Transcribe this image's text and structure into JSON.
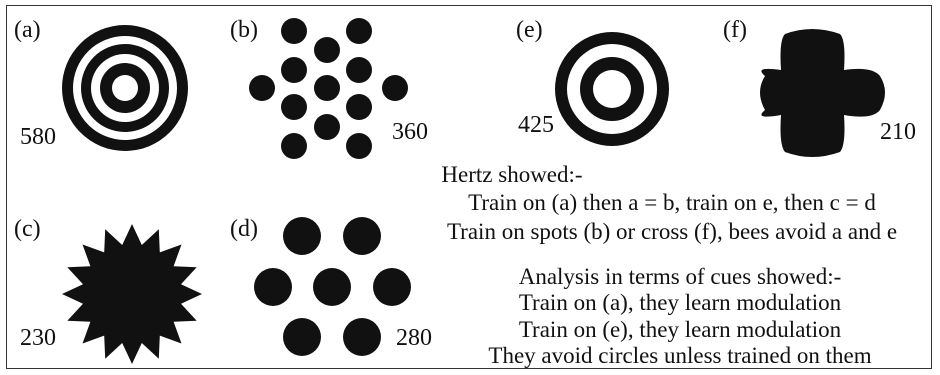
{
  "colors": {
    "ink": "#111111",
    "background": "#ffffff",
    "border": "#333333"
  },
  "figures": {
    "a": {
      "label": "(a)",
      "value": "580",
      "shape": "concentric-rings-icon"
    },
    "b": {
      "label": "(b)",
      "value": "360",
      "shape": "spot-pattern-icon"
    },
    "c": {
      "label": "(c)",
      "value": "230",
      "shape": "star-burst-icon"
    },
    "d": {
      "label": "(d)",
      "value": "280",
      "shape": "large-spots-icon"
    },
    "e": {
      "label": "(e)",
      "value": "425",
      "shape": "double-ring-icon"
    },
    "f": {
      "label": "(f)",
      "value": "210",
      "shape": "cross-icon"
    }
  },
  "hertz": {
    "heading": "Hertz showed:-",
    "line1": "Train on (a) then a = b, train on e, then c = d",
    "line2": "Train on spots (b) or cross (f), bees avoid a and e"
  },
  "analysis": {
    "heading": "Analysis in terms of cues showed:-",
    "line1": "Train on (a), they learn modulation",
    "line2": "Train on (e), they learn modulation",
    "line3": "They avoid circles unless trained on them"
  }
}
